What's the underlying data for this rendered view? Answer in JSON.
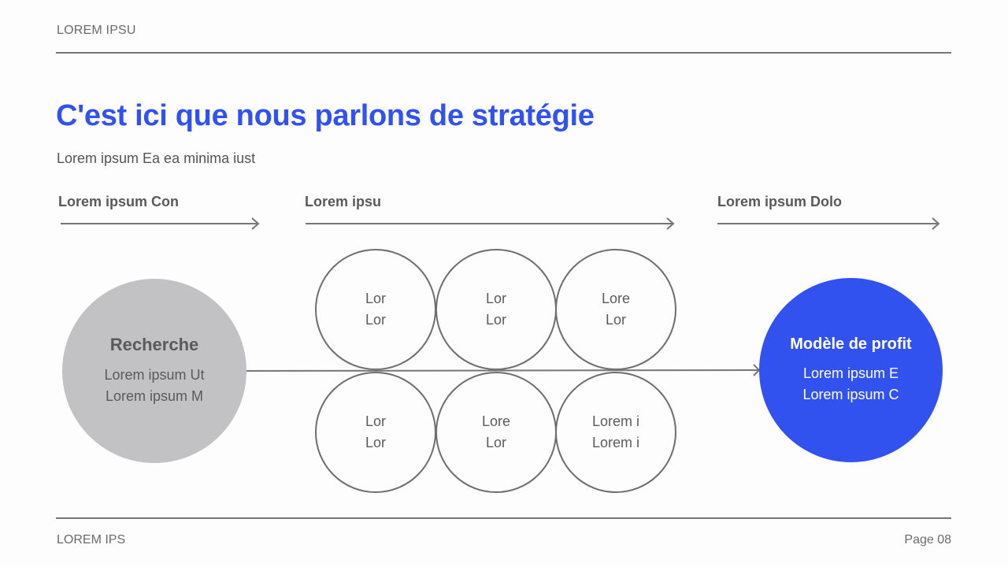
{
  "header": {
    "label": "LOREM IPSU"
  },
  "title": "C'est ici que nous parlons de stratégie",
  "subtitle": "Lorem ipsum Ea ea minima iust",
  "phases": [
    {
      "label": "Lorem ipsum Con"
    },
    {
      "label": "Lorem ipsu"
    },
    {
      "label": "Lorem ipsum Dolo"
    }
  ],
  "start_node": {
    "title": "Recherche",
    "lines": [
      "Lorem ipsum Ut",
      "Lorem ipsum M"
    ],
    "color": "#c2c2c4"
  },
  "middle_nodes": [
    {
      "lines": [
        "Lor",
        "Lor"
      ]
    },
    {
      "lines": [
        "Lor",
        "Lor"
      ]
    },
    {
      "lines": [
        "Lore",
        "Lor"
      ]
    },
    {
      "lines": [
        "Lor",
        "Lor"
      ]
    },
    {
      "lines": [
        "Lore",
        "Lor"
      ]
    },
    {
      "lines": [
        "Lorem i",
        "Lorem i"
      ]
    }
  ],
  "end_node": {
    "title": "Modèle de profit",
    "lines": [
      "Lorem ipsum E",
      "Lorem ipsum C"
    ],
    "color": "#3252ef"
  },
  "footer": {
    "left": "LOREM IPS",
    "page": "Page 08"
  },
  "colors": {
    "accent": "#3152f0",
    "line": "#767676",
    "text_muted": "#6b6b6b"
  }
}
